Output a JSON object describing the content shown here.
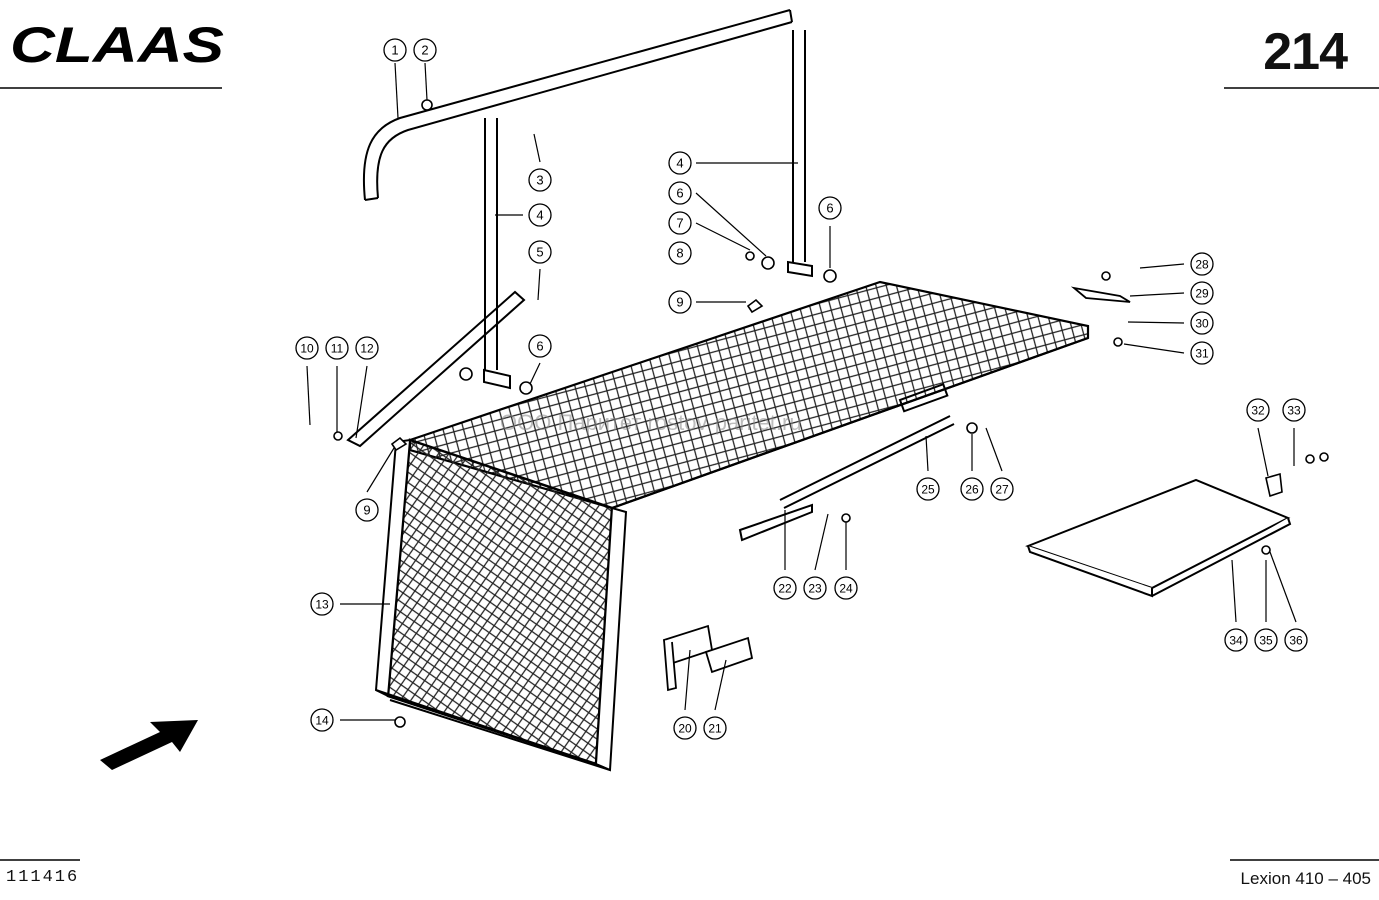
{
  "header": {
    "brand": "CLAAS",
    "page_number": "214"
  },
  "footer": {
    "document_number": "111416",
    "model": "Lexion 410 – 405"
  },
  "watermark": "ООО Паритет   rostov-paritet.ru",
  "callouts": [
    {
      "n": "1"
    },
    {
      "n": "2"
    },
    {
      "n": "3"
    },
    {
      "n": "4"
    },
    {
      "n": "5"
    },
    {
      "n": "6"
    },
    {
      "n": "4"
    },
    {
      "n": "6"
    },
    {
      "n": "7"
    },
    {
      "n": "8"
    },
    {
      "n": "6"
    },
    {
      "n": "9"
    },
    {
      "n": "10"
    },
    {
      "n": "11"
    },
    {
      "n": "12"
    },
    {
      "n": "9"
    },
    {
      "n": "13"
    },
    {
      "n": "14"
    },
    {
      "n": "20"
    },
    {
      "n": "21"
    },
    {
      "n": "22"
    },
    {
      "n": "23"
    },
    {
      "n": "24"
    },
    {
      "n": "25"
    },
    {
      "n": "26"
    },
    {
      "n": "27"
    },
    {
      "n": "28"
    },
    {
      "n": "29"
    },
    {
      "n": "30"
    },
    {
      "n": "31"
    },
    {
      "n": "32"
    },
    {
      "n": "33"
    },
    {
      "n": "34"
    },
    {
      "n": "35"
    },
    {
      "n": "36"
    }
  ]
}
